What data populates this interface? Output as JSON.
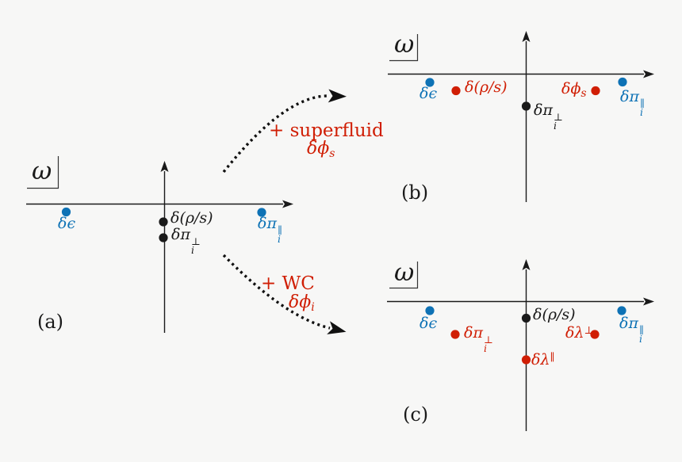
{
  "colors": {
    "background": "#f7f7f6",
    "ink": "#1a1a1a",
    "blue": "#0e72b5",
    "red": "#d01e04"
  },
  "arrows": {
    "superfluid": {
      "line1": "+ superfluid",
      "math_base": "δϕ",
      "math_sub": "s"
    },
    "wc": {
      "line1": "+ WC",
      "math_base": "δϕ",
      "math_sub": "i"
    }
  },
  "panels": {
    "a": {
      "omega": "ω",
      "tag": "(a)",
      "modes": {
        "eps": {
          "base": "δϵ",
          "color": "blue"
        },
        "rho": {
          "base": "δ(ρ/s)",
          "color": "black"
        },
        "piperp": {
          "base": "δπ",
          "sub": "i",
          "sup": "⊥",
          "color": "black"
        },
        "pipar": {
          "base": "δπ",
          "sub": "i",
          "sup": "∥",
          "color": "blue"
        }
      }
    },
    "b": {
      "omega": "ω",
      "tag": "(b)",
      "modes": {
        "eps": {
          "base": "δϵ",
          "color": "blue"
        },
        "rho": {
          "base": "δ(ρ/s)",
          "color": "red"
        },
        "piperp": {
          "base": "δπ",
          "sub": "i",
          "sup": "⊥",
          "color": "black"
        },
        "phis": {
          "base": "δϕ",
          "sub": "s",
          "color": "red"
        },
        "pipar": {
          "base": "δπ",
          "sub": "i",
          "sup": "∥",
          "color": "blue"
        }
      }
    },
    "c": {
      "omega": "ω",
      "tag": "(c)",
      "modes": {
        "eps": {
          "base": "δϵ",
          "color": "blue"
        },
        "piperp": {
          "base": "δπ",
          "sub": "i",
          "sup": "⊥",
          "color": "red"
        },
        "rho": {
          "base": "δ(ρ/s)",
          "color": "black"
        },
        "lamperp": {
          "base": "δλ",
          "sup": "⊥",
          "color": "red"
        },
        "pipar": {
          "base": "δπ",
          "sub": "i",
          "sup": "∥",
          "color": "blue"
        },
        "lampar": {
          "base": "δλ",
          "sup": "∥",
          "color": "red"
        }
      }
    }
  }
}
